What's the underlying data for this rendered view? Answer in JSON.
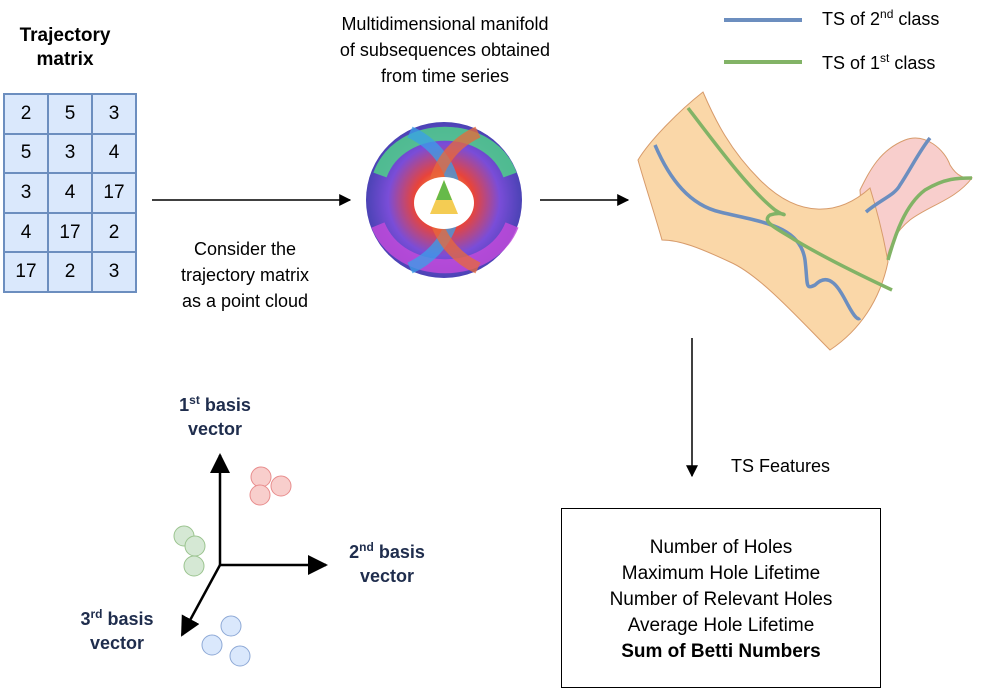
{
  "matrix": {
    "title_line1": "Trajectory",
    "title_line2": "matrix",
    "rows": [
      [
        "2",
        "5",
        "3"
      ],
      [
        "5",
        "3",
        "4"
      ],
      [
        "3",
        "4",
        "17"
      ],
      [
        "4",
        "17",
        "2"
      ],
      [
        "17",
        "2",
        "3"
      ]
    ],
    "fill": "#dae8fc",
    "stroke": "#6c8ebf"
  },
  "consider": {
    "line1": "Consider the",
    "line2": "trajectory matrix",
    "line3": "as a point cloud"
  },
  "manifold": {
    "line1": "Multidimensional manifold",
    "line2": "of subsequences obtained",
    "line3": "from time series"
  },
  "legend": {
    "class2": {
      "prefix": "TS of 2",
      "sup": "nd",
      "suffix": " class",
      "color": "#6c8ebf"
    },
    "class1": {
      "prefix": "TS of 1",
      "sup": "st",
      "suffix": " class",
      "color": "#82b366"
    }
  },
  "axes": {
    "first": {
      "num": "1",
      "sup": "st",
      "word": " basis",
      "line2": "vector"
    },
    "second": {
      "num": "2",
      "sup": "nd",
      "word": " basis",
      "line2": "vector"
    },
    "third": {
      "num": "3",
      "sup": "rd",
      "word": " basis",
      "line2": "vector"
    }
  },
  "clusters": {
    "red": "#f8cecc",
    "red_stroke": "#e88d8d",
    "green": "#d5e8d4",
    "green_stroke": "#9bc48f",
    "blue": "#dae8fc",
    "blue_stroke": "#8ea9d6"
  },
  "ts_features": {
    "label": "TS Features",
    "items": [
      "Number of Holes",
      "Maximum Hole Lifetime",
      "Number of Relevant Holes",
      "Average Hole Lifetime"
    ],
    "bold_item": "Sum of Betti Numbers"
  },
  "surface": {
    "orange": "#fad7a8",
    "pink": "#f8cecc",
    "edge": "#d79b6b"
  }
}
